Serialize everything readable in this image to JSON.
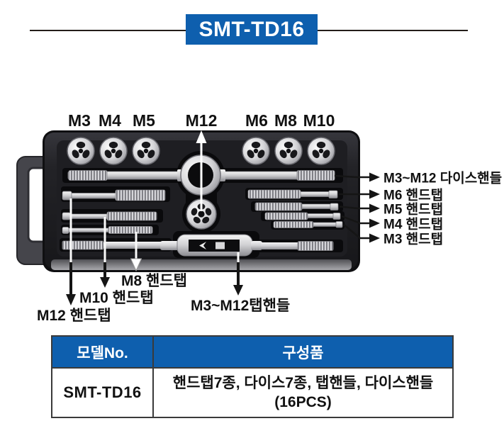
{
  "title": {
    "model": "SMT-TD16"
  },
  "figure": {
    "top_labels": [
      "M3",
      "M4",
      "M5",
      "M12",
      "M6",
      "M8",
      "M10"
    ],
    "right_labels": [
      "M3~M12 다이스핸들",
      "M6 핸드탭",
      "M5 핸드탭",
      "M4 핸드탭",
      "M3 핸드탭"
    ],
    "bottom_labels": [
      "M8 핸드탭",
      "M10 핸드탭",
      "M12 핸드탭",
      "M3~M12탭핸들"
    ]
  },
  "table": {
    "headers": [
      "모델No.",
      "구성품"
    ],
    "row": {
      "model": "SMT-TD16",
      "components_line1": "핸드탭7종, 다이스7종, 탭핸들, 다이스핸들",
      "components_line2": "(16PCS)"
    }
  },
  "colors": {
    "accent_blue": "#0e5fae",
    "label_black": "#111111"
  }
}
